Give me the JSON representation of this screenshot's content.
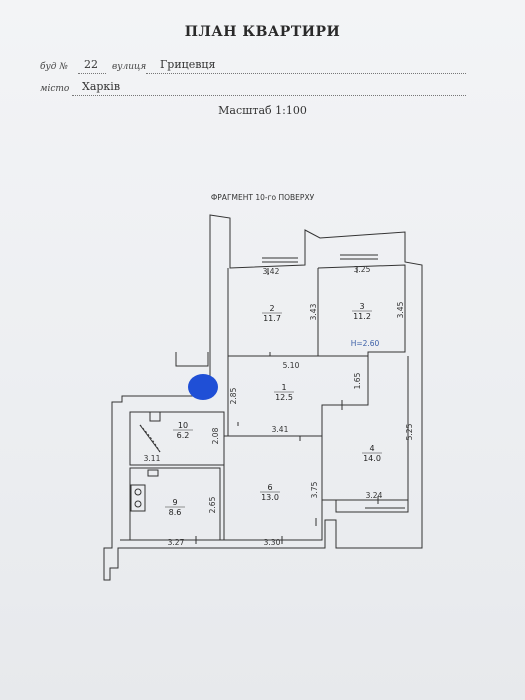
{
  "document": {
    "title": "ПЛАН КВАРТИРИ",
    "building_label": "буд №",
    "building_number": "22",
    "street_label": "вулиця",
    "street": "Грицевця",
    "city_label": "місто",
    "city": "Харків",
    "scale": "Масштаб 1:100",
    "fragment": "ФРАГМЕНТ 10-го ПОВЕРХУ"
  },
  "rooms": [
    {
      "number": "2",
      "area": "11.7"
    },
    {
      "number": "3",
      "area": "11.2"
    },
    {
      "number": "1",
      "area": "12.5"
    },
    {
      "number": "4",
      "area": "14.0"
    },
    {
      "number": "10",
      "area": "6.2"
    },
    {
      "number": "6",
      "area": "13.0"
    },
    {
      "number": "9",
      "area": "8.6"
    }
  ],
  "dimensions": [
    "3.42",
    "3.25",
    "3.43",
    "3.45",
    "5.10",
    "1.65",
    "2.85",
    "2.08",
    "3.41",
    "5.25",
    "3.11",
    "3.75",
    "2.65",
    "3.24",
    "3.27",
    "3.30"
  ],
  "ceiling_height": "H=2.60",
  "colors": {
    "marker": "#1f4fd6",
    "ink": "#2a2a2a",
    "height_note": "#3b5fa8"
  }
}
